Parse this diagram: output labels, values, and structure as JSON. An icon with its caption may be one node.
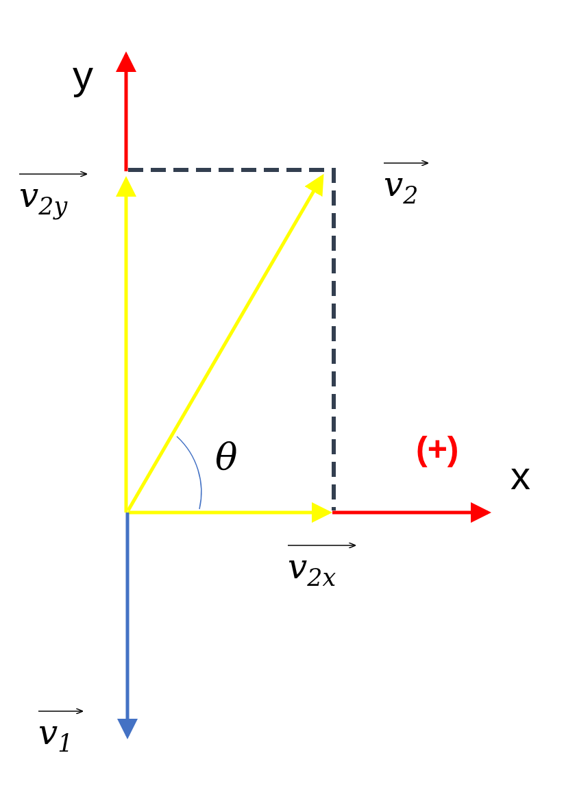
{
  "diagram": {
    "labels": [
      "y",
      "v$_{2y}$",
      "v$_{2}$",
      "θ",
      "(+)",
      "x",
      "v$_{2x}$",
      "v$_{1}$"
    ]
  }
}
